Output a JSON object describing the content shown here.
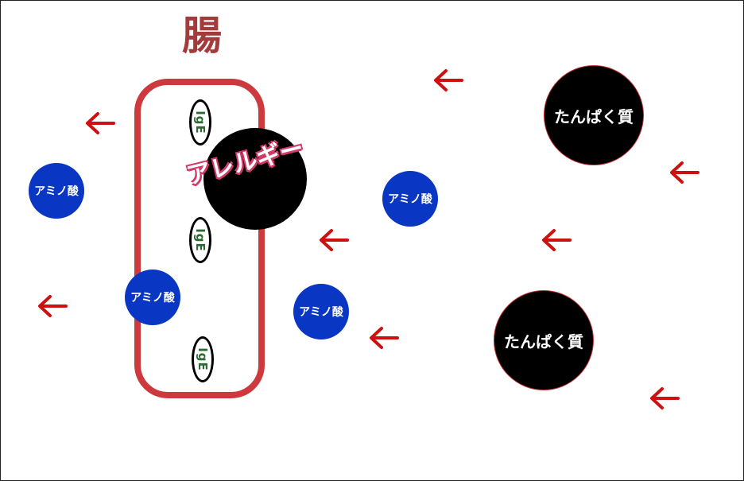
{
  "title": "腸",
  "allergy_label": "アレルギー",
  "ige_label": "IgE",
  "amino_label": "アミノ酸",
  "protein_label": "たんぱく質",
  "colors": {
    "gut_border": "#cc3a3d",
    "amino_fill": "#0a36c4",
    "arrow": "#cc1111",
    "allergy_outline": "#d33a6a",
    "ige_text": "#2c6a34"
  },
  "arrow_direction": "left"
}
